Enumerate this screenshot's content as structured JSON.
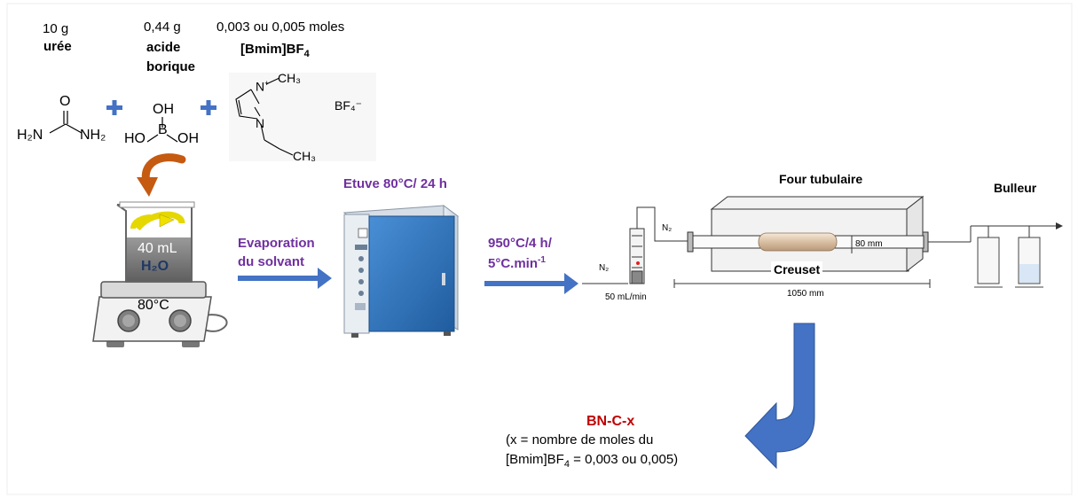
{
  "reagents": {
    "urea": {
      "qty": "10 g",
      "name": "urée"
    },
    "boric": {
      "qty": "0,44 g",
      "name1": "acide",
      "name2": "borique"
    },
    "il": {
      "qty": "0,003 ou 0,005 moles",
      "name": "[Bmim]BF",
      "sub": "4"
    }
  },
  "structures": {
    "urea": {
      "o": "O",
      "left_n": "H₂N",
      "right_n": "NH₂"
    },
    "boric": {
      "oh_top": "OH",
      "b": "B",
      "oh_left": "HO",
      "oh_right": "OH"
    },
    "bmim": {
      "n_plus": "N",
      "methyl": "CH₃",
      "n": "N",
      "ch3_bottom": "CH₃",
      "anion": "BF₄⁻"
    }
  },
  "beaker": {
    "volume": "40 mL",
    "solvent": "H₂O",
    "temp": "80°C"
  },
  "steps": {
    "evaporation": {
      "line1": "Evaporation",
      "line2": "du solvant"
    },
    "etuve": "Etuve 80°C/ 24 h",
    "pyrolysis": {
      "line1": "950°C/4 h/",
      "line2": "5°C.min",
      "exp": "-1"
    }
  },
  "furnace": {
    "title": "Four tubulaire",
    "bubbler": "Bulleur",
    "n2_top": "N₂",
    "n2_inlet": "N₂",
    "flow": "50 mL/min",
    "height": "80 mm",
    "crucible": "Creuset",
    "length": "1050 mm"
  },
  "product": {
    "name": "BN-C-x",
    "desc1": "(x = nombre de moles du",
    "desc2_pre": "[Bmim]BF",
    "desc2_sub": "4",
    "desc2_post": " = 0,003 ou 0,005)"
  },
  "colors": {
    "arrow_blue": "#4472c4",
    "purple": "#7030a0",
    "red": "#c00000",
    "oven_blue": "#2f6fb3",
    "orange_arrow": "#c55a11"
  }
}
